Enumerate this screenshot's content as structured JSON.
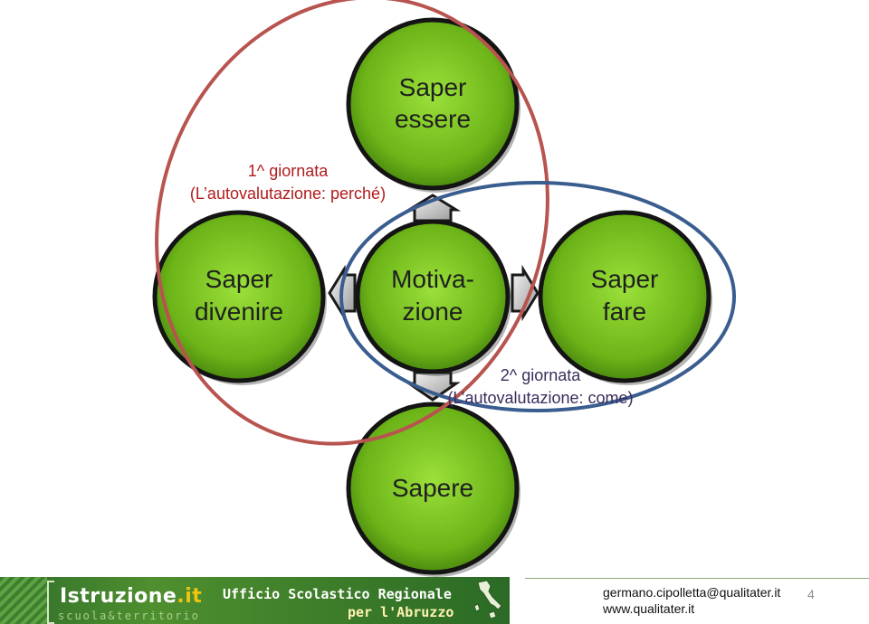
{
  "diagram": {
    "nodes": {
      "top": [
        "Saper",
        "essere"
      ],
      "left": [
        "Saper",
        "divenire"
      ],
      "center": [
        "Motiva-",
        "zione"
      ],
      "right": [
        "Saper",
        "fare"
      ],
      "bottom": [
        "Sapere"
      ]
    },
    "annotation_red": [
      "1^ giornata",
      "(L’autovalutazione: perché)"
    ],
    "annotation_blue": [
      "2^ giornata",
      "(L’autovalutazione: come)"
    ],
    "colors": {
      "node_fill": "#7ec21f",
      "node_border": "#1a1a1a",
      "ellipse_red": "#b85450",
      "ellipse_blue": "#3a5d8f"
    }
  },
  "footer": {
    "banner": {
      "brand": "Istruzione",
      "brand_tld": ".it",
      "sub": "scuola&territorio",
      "office_line1": "Ufficio Scolastico Regionale",
      "office_line2": "per l'Abruzzo"
    },
    "email": "germano.cipolletta@qualitater.it",
    "site": "www.qualitater.it",
    "page": "4"
  }
}
